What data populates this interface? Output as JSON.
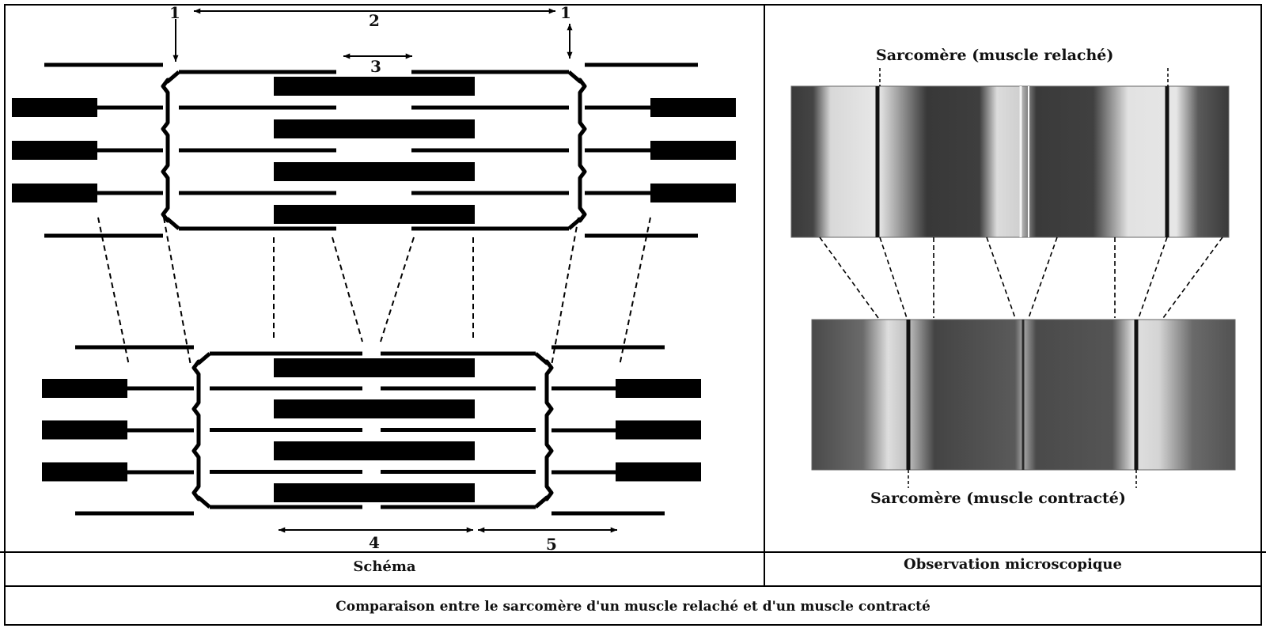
{
  "diagram": {
    "numbers": {
      "n1_left": "1",
      "n2": "2",
      "n1_right": "1",
      "n3": "3",
      "n4": "4",
      "n5": "5"
    },
    "micro": {
      "label_relaxed": "Sarcomère (muscle relaché)",
      "label_contracted": "Sarcomère (muscle contracté)"
    },
    "captions": {
      "schema": "Schéma",
      "observation": "Observation microscopique"
    },
    "footer_title": "Comparaison entre le sarcomère d'un muscle relaché et d'un muscle contracté"
  },
  "colors": {
    "ink": "#000000",
    "micro_dark": "#2e2e2e",
    "micro_light": "#e6e6e6"
  }
}
